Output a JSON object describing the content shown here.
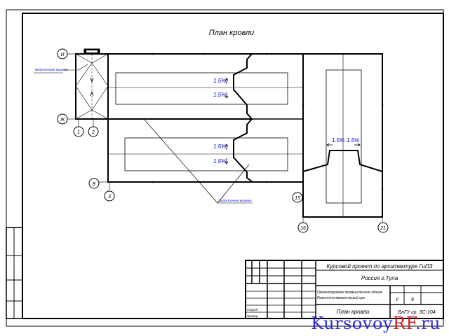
{
  "drawing": {
    "title": "План кровли",
    "slopes": [
      "1.5%",
      "1.5%",
      "1.5%",
      "1.5%",
      "1.5%",
      "1.5%"
    ],
    "callouts": {
      "drain_left": "Водосточная воронка",
      "drain_bottom": "Водосточная воронка"
    },
    "axes": {
      "letters": [
        "И",
        "Ж",
        "В"
      ],
      "numbers": [
        "1",
        "2",
        "3",
        "15",
        "16",
        "21"
      ]
    }
  },
  "title_block": {
    "project": "Курсовой проект по архитектуре ГиПЗ",
    "location": "Россия    г.Тула",
    "object_line1": "Проектируемое промышленное здание",
    "object_line2": "Ремонтно-механический цех",
    "stage": "У",
    "sheet": "9",
    "sheet_title": "План кровли",
    "code": "ВлГУ гр. ЗС-104",
    "dev_label": "Разраб.",
    "check_label": "Провер."
  },
  "watermark": {
    "part1": "Kursovoy",
    "part2": "RF",
    "part3": ".ru"
  }
}
